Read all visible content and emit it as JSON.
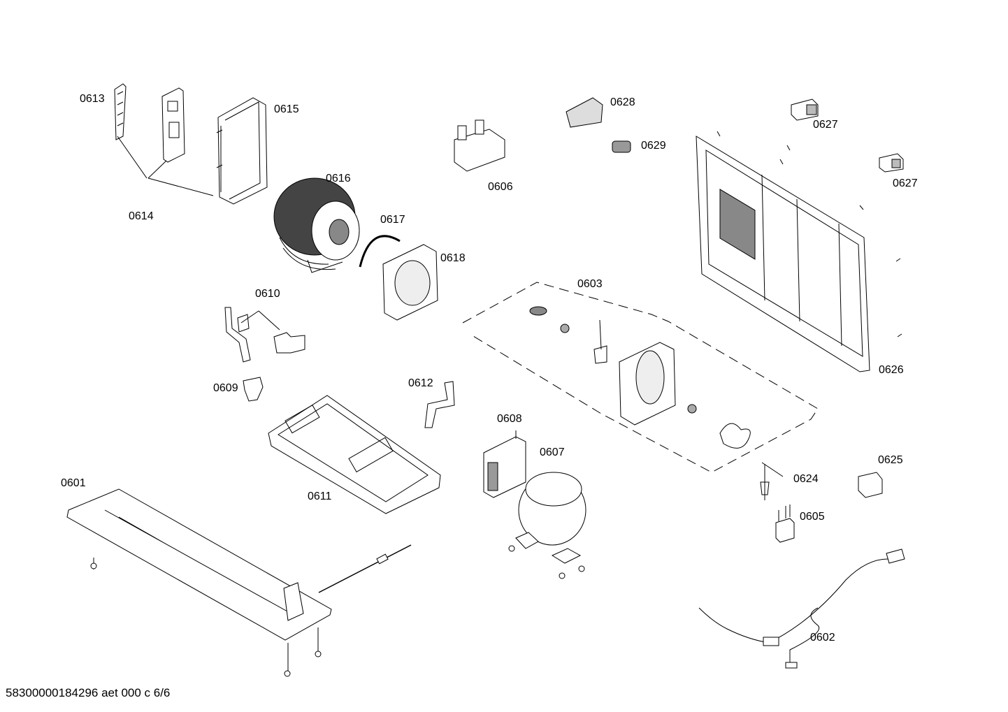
{
  "parts": {
    "p0601": "0601",
    "p0602": "0602",
    "p0603": "0603",
    "p0605": "0605",
    "p0606": "0606",
    "p0607": "0607",
    "p0608": "0608",
    "p0609": "0609",
    "p0610": "0610",
    "p0611": "0611",
    "p0612": "0612",
    "p0613": "0613",
    "p0614": "0614",
    "p0615": "0615",
    "p0616": "0616",
    "p0617": "0617",
    "p0618": "0618",
    "p0624": "0624",
    "p0625": "0625",
    "p0626": "0626",
    "p0627a": "0627",
    "p0627b": "0627",
    "p0628": "0628",
    "p0629": "0629"
  },
  "footer": "58300000184296 aet 000 c 6/6"
}
